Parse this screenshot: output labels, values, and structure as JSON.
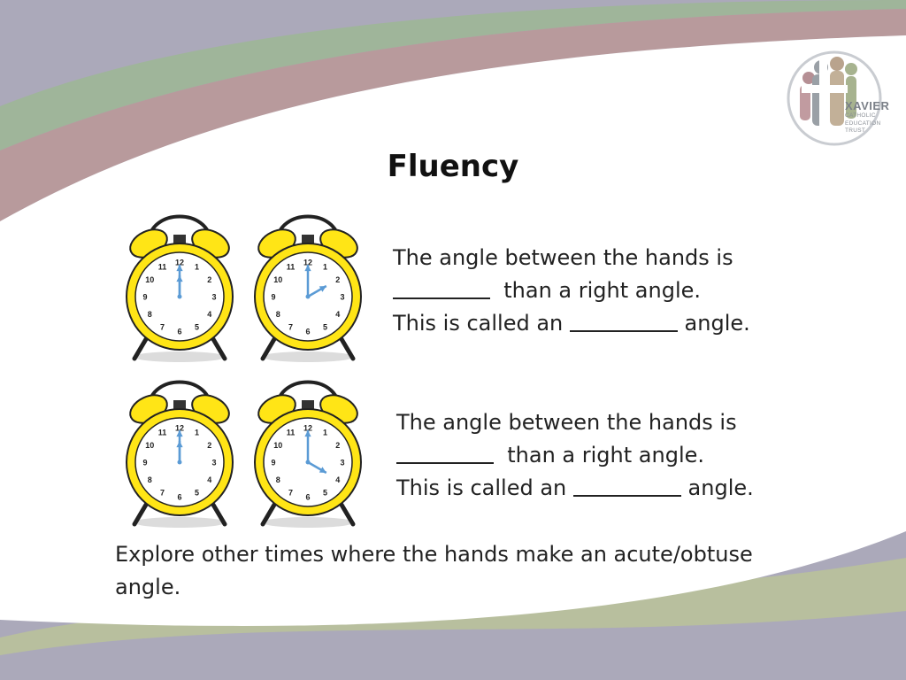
{
  "title": "Fluency",
  "logo": {
    "name": "XAVIER",
    "subtitle_lines": [
      "CATHOLIC",
      "EDUCATION",
      "TRUST"
    ]
  },
  "questions": [
    {
      "line1": "The angle between the hands is",
      "line2_suffix": "than a right angle.",
      "line3_prefix": "This is called an",
      "line3_suffix": "angle."
    },
    {
      "line1": "The angle between the hands is",
      "line2_suffix": "than a right angle.",
      "line3_prefix": "This is called an",
      "line3_suffix": "angle."
    }
  ],
  "clocks": [
    {
      "time": "12:00",
      "numbers": [
        "12",
        "1",
        "2",
        "3",
        "4",
        "5",
        "6",
        "7",
        "8",
        "9",
        "10",
        "11"
      ]
    },
    {
      "time": "2:00",
      "numbers": [
        "12",
        "1",
        "2",
        "3",
        "4",
        "5",
        "6",
        "7",
        "8",
        "9",
        "10",
        "11"
      ]
    },
    {
      "time": "12:00",
      "numbers": [
        "12",
        "1",
        "2",
        "3",
        "4",
        "5",
        "6",
        "7",
        "8",
        "9",
        "10",
        "11"
      ]
    },
    {
      "time": "4:00",
      "numbers": [
        "12",
        "1",
        "2",
        "3",
        "4",
        "5",
        "6",
        "7",
        "8",
        "9",
        "10",
        "11"
      ]
    }
  ],
  "explore_text": "Explore other times where the hands make an acute/obtuse angle.",
  "colors": {
    "clock_yellow": "#ffe516",
    "clock_outline": "#222222",
    "hand_blue": "#5b9bd5",
    "band_purple": "#a9a7b8",
    "band_green": "#9fb59a",
    "band_rose": "#b89a9c"
  }
}
